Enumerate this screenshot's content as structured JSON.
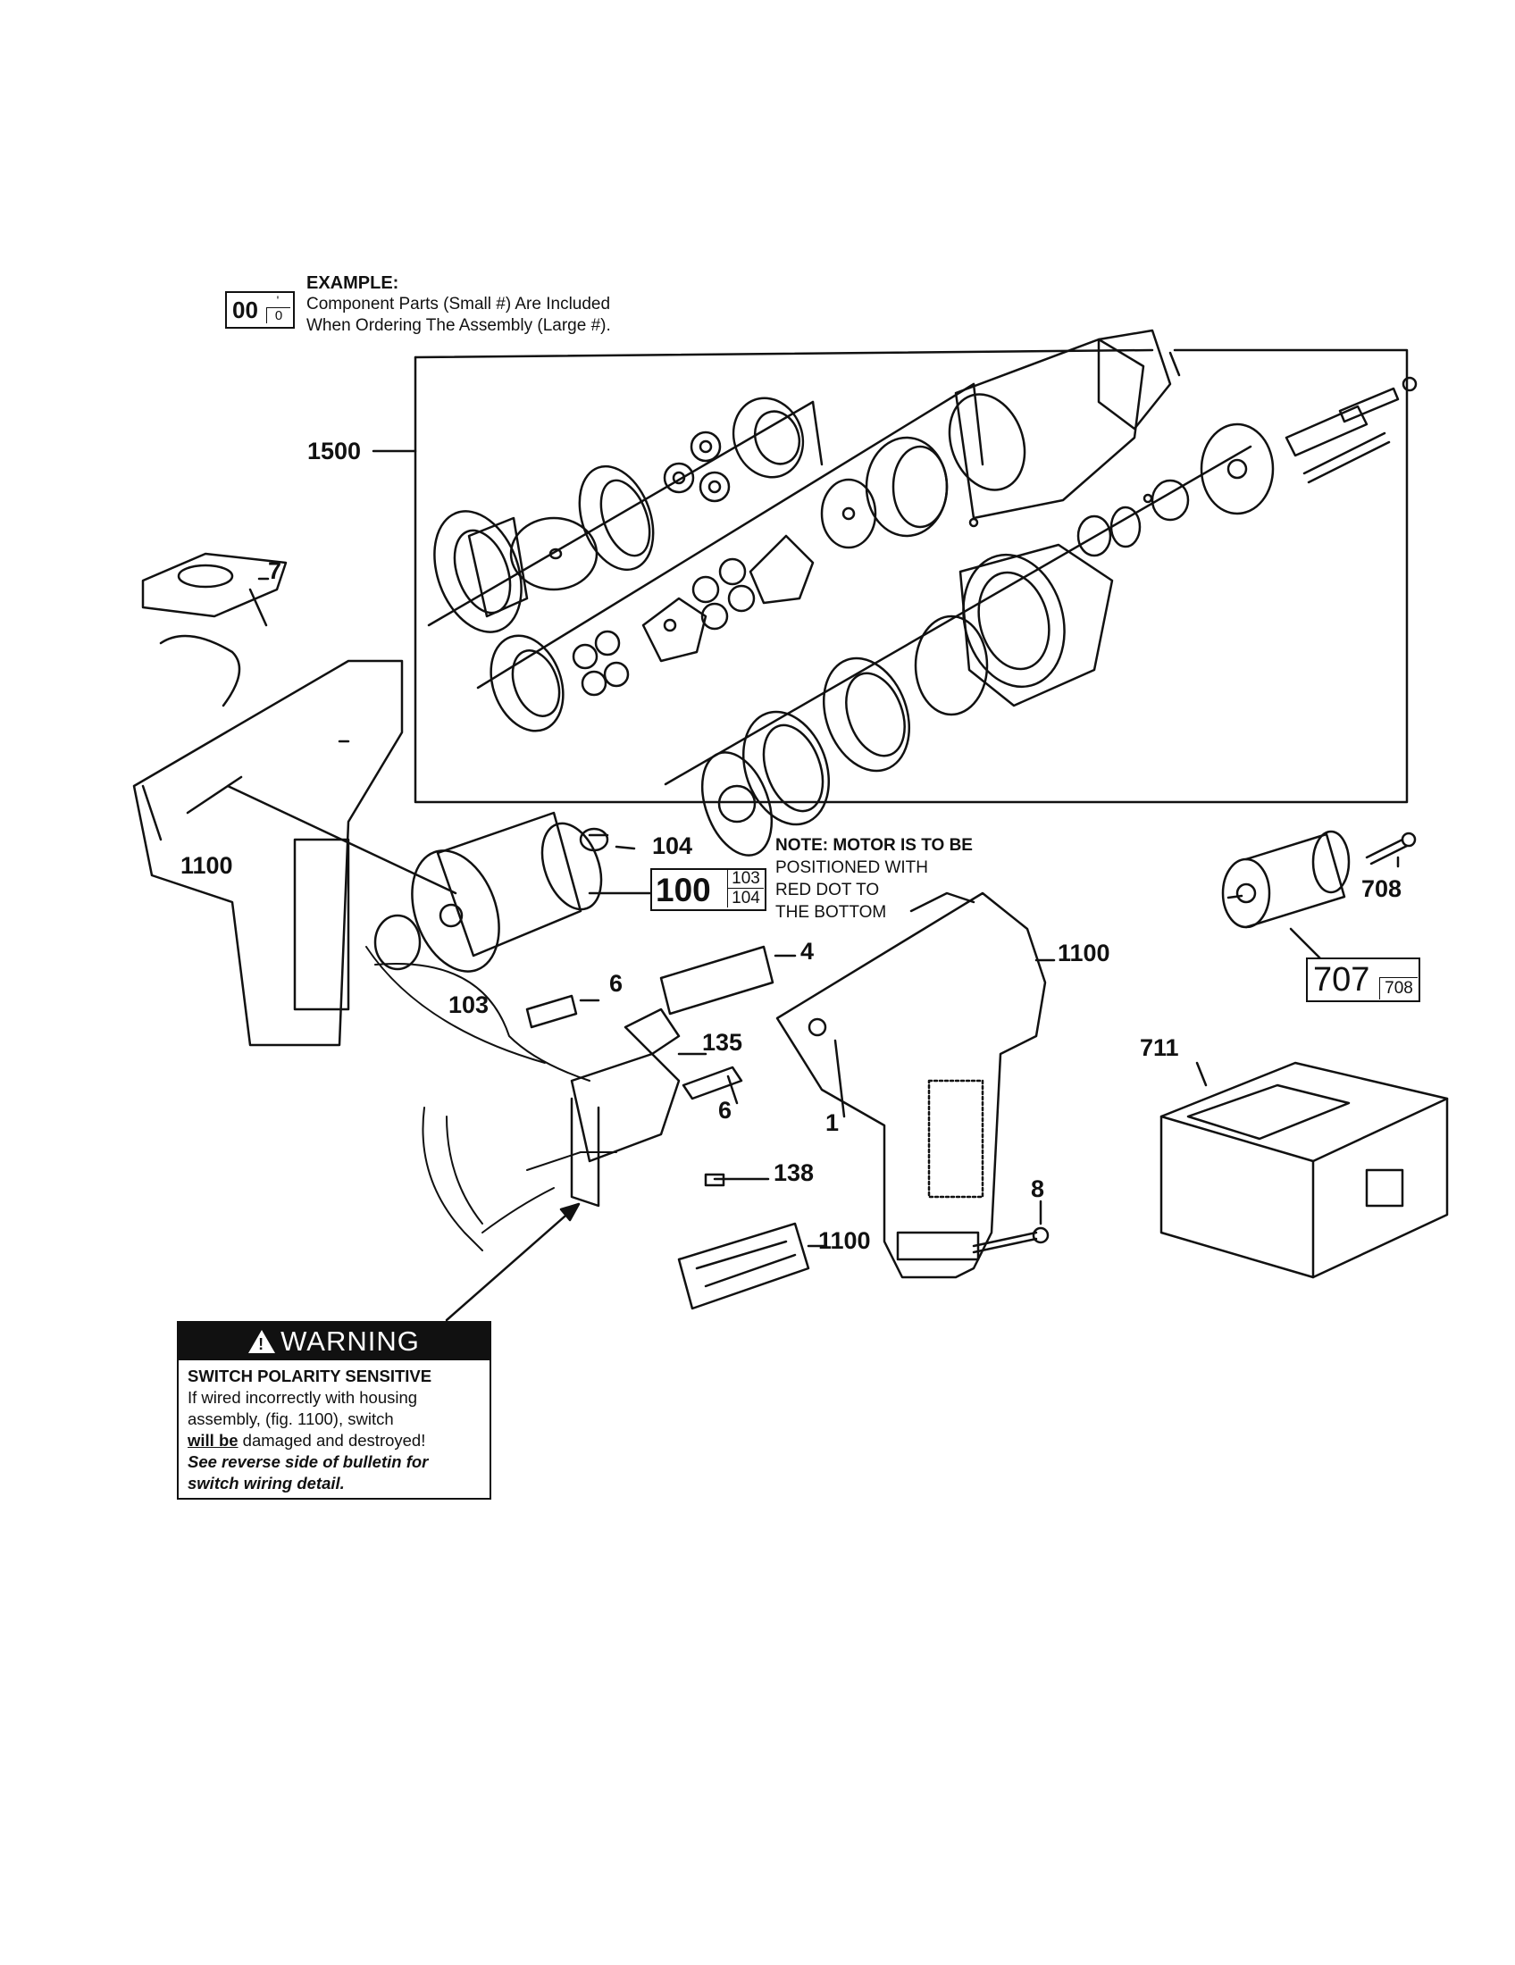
{
  "example": {
    "title": "EXAMPLE:",
    "line1": "Component Parts (Small #) Are Included",
    "line2": "When Ordering The Assembly (Large #).",
    "key_large": "00",
    "key_small_top": "'",
    "key_small_bottom": "0"
  },
  "callouts": {
    "c1500": "1500",
    "c7": "7",
    "c1100_left": "1100",
    "c104": "104",
    "c103": "103",
    "c6_upper": "6",
    "c135": "135",
    "c6_lower": "6",
    "c4": "4",
    "c1": "1",
    "c1100_right": "1100",
    "c138": "138",
    "c1100_bottom": "1100",
    "c8": "8",
    "c708": "708",
    "c711": "711"
  },
  "assemblies": {
    "motor": {
      "large": "100",
      "small_top": "103",
      "small_bottom": "104"
    },
    "chuck": {
      "large": "707",
      "small": "708"
    }
  },
  "note": {
    "line1": "NOTE: MOTOR IS TO BE",
    "line2": "POSITIONED WITH",
    "line3": "RED DOT TO",
    "line4": "THE BOTTOM"
  },
  "warning": {
    "header": "WARNING",
    "subtitle": "SWITCH POLARITY SENSITIVE",
    "line1": "If wired incorrectly with housing",
    "line2": "assembly, (fig. 1100), switch",
    "line3_em": "will be",
    "line3_rest": " damaged and destroyed!",
    "line4": "See reverse side of bulletin for",
    "line5": "switch wiring detail."
  }
}
